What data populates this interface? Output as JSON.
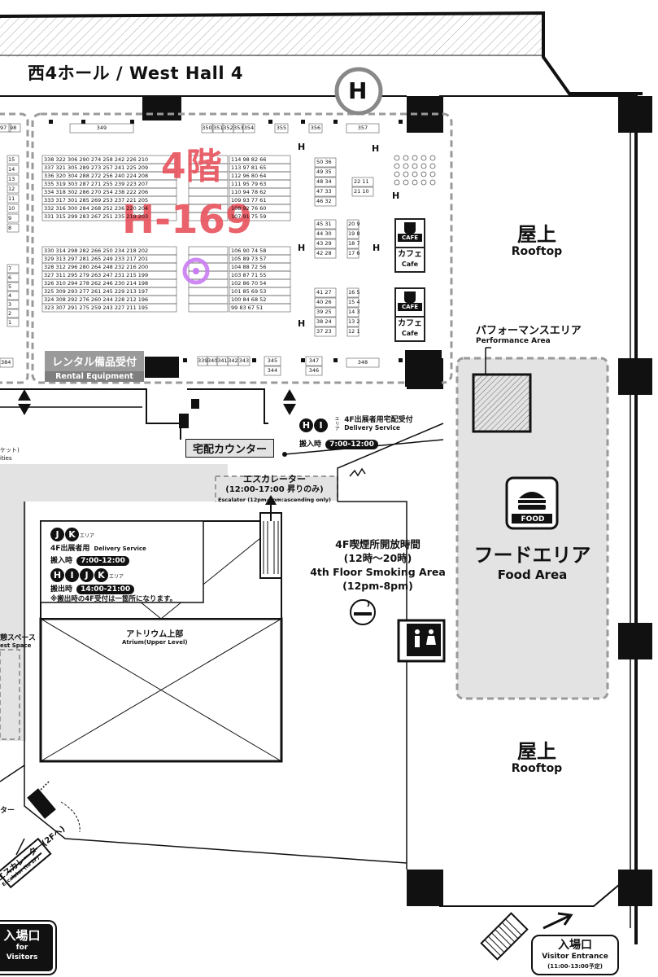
{
  "hall": {
    "title": "西4ホール / West Hall 4",
    "h_marker": "H"
  },
  "highlight": {
    "floor": "4階",
    "booth": "H-169",
    "color": "#e8525c",
    "marker_color": "#c97cf2"
  },
  "booths": {
    "row_labels": [
      "338 322 306 290 274 258 242 226 210",
      "337 321 305 289 273 257 241 225 209",
      "336 320 304 288 272 256 240 224 208",
      "335 319 303 287 271 255 239 223 207",
      "334 318 302 286 270 254 238 222 206",
      "333 317 301 285 269 253 237 221 205",
      "332 316 300 284 268 252 236 220 204",
      "331 315 299 283 267 251 235 219 203",
      "330 314 298 282 266 250 234 218 202",
      "329 313 297 281 265 249 233 217 201",
      "328 312 296 280 264 248 232 216 200",
      "327 311 295 279 263 247 231 215 199",
      "326 310 294 278 262 246 230 214 198",
      "325 309 293 277 261 245 229 213 197",
      "324 308 292 276 260 244 228 212 196",
      "323 307 291 275 259 243 227 211 195"
    ],
    "right_labels": [
      "114 98 82 66",
      "113 97 81 65",
      "112 96 80 64",
      "111 95 79 63",
      "110 94 78 62",
      "109 93 77 61",
      "108 92 76 60",
      "107 91 75 59",
      "106 90 74 58",
      "105 89 73 57",
      "104 88 72 56",
      "103 87 71 55",
      "102 86 70 54",
      "101 85 69 53",
      "100 84 68 52",
      "99 83 67 51"
    ],
    "col_b": [
      "50 36",
      "49 35",
      "48 34",
      "47 33",
      "46 32"
    ],
    "col_b2": [
      "45 31",
      "44 30",
      "43 29",
      "42 28"
    ],
    "col_c": [
      "41 27",
      "40 26",
      "39 25",
      "38 24",
      "37 23"
    ],
    "col_d": [
      "22 11",
      "21 10"
    ],
    "col_e": [
      "20 9",
      "19 8",
      "18 7",
      "17 6"
    ],
    "col_f": [
      "16 5",
      "15 4",
      "14 3",
      "13 2",
      "12 1"
    ],
    "top_row": [
      "349",
      "350",
      "351",
      "352",
      "353",
      "354",
      "355",
      "356",
      "357"
    ],
    "bottom_row": [
      "339",
      "340",
      "341",
      "342",
      "343",
      "345",
      "344",
      "347",
      "346",
      "348"
    ],
    "left_edge": [
      "97",
      "98",
      "15",
      "14",
      "13",
      "12",
      "11",
      "10",
      "9",
      "8",
      "7",
      "6",
      "5",
      "4",
      "3",
      "2",
      "1"
    ],
    "left_num": "384",
    "h_labels": [
      "H",
      "H",
      "H",
      "H",
      "H",
      "H"
    ]
  },
  "cafe": {
    "jp": "カフェ",
    "en": "Cafe",
    "badge": "CAFE"
  },
  "rental": {
    "jp": "レンタル備品受付",
    "en": "Rental Equipment"
  },
  "delivery": {
    "areas": [
      "H",
      "I"
    ],
    "area_tag": "エリア",
    "title": "4F出展者用宅配受付",
    "title_en": "Delivery Service",
    "label": "搬入時",
    "time": "7:00-12:00"
  },
  "counter": {
    "label": "宅配カウンター"
  },
  "escalator_top": {
    "label": "エスカレーター",
    "time": "(12:00-17:00 昇りのみ)",
    "en": "Escalator (12pm-5pm:ascending only)"
  },
  "jk_box": {
    "areas1": [
      "J",
      "K"
    ],
    "area_tag": "エリア",
    "title": "4F出展者用",
    "title_en": "Delivery Service",
    "in_label": "搬入時",
    "in_time": "7:00-12:00",
    "areas2": [
      "H",
      "I",
      "J",
      "K"
    ],
    "out_label": "搬出時",
    "out_time": "14:00-21:00",
    "note": "※搬出時の4F受付は一箇所になります。"
  },
  "smoking": {
    "jp": "4F喫煙所開放時間",
    "jp_time": "(12時～20時)",
    "en": "4th Floor Smoking Area",
    "en_time": "(12pm-8pm)"
  },
  "atrium": {
    "jp": "アトリウム上部",
    "en": "Atrium(Upper Level)"
  },
  "rooftop": {
    "jp": "屋上",
    "en": "Rooftop"
  },
  "rooftop2": {
    "jp": "屋上",
    "en": "Rooftop"
  },
  "performance": {
    "jp": "パフォーマンスエリア",
    "en": "Performance Area"
  },
  "food": {
    "badge": "FOOD",
    "jp": "フードエリア",
    "en": "Food Area"
  },
  "left_partial": {
    "rest_jp": "憩スペース",
    "rest_en": "est Space",
    "ticket": "ケット)",
    "ticket_en": "ities",
    "escalator_cut": "ター"
  },
  "escalator_2f": {
    "jp": "エスカレーター(2Fへ)",
    "en": "Escalator (to 2F)"
  },
  "entrance_left": {
    "jp": "入場口",
    "en1": "for",
    "en2": "Visitors"
  },
  "entrance_right": {
    "jp": "入場口",
    "en": "Visitor Entrance",
    "time": "(11:00-13:00予定)"
  },
  "colors": {
    "grey_area": "#e3e3e3",
    "dash": "#9a9a9a",
    "highlight": "#e8525c"
  }
}
